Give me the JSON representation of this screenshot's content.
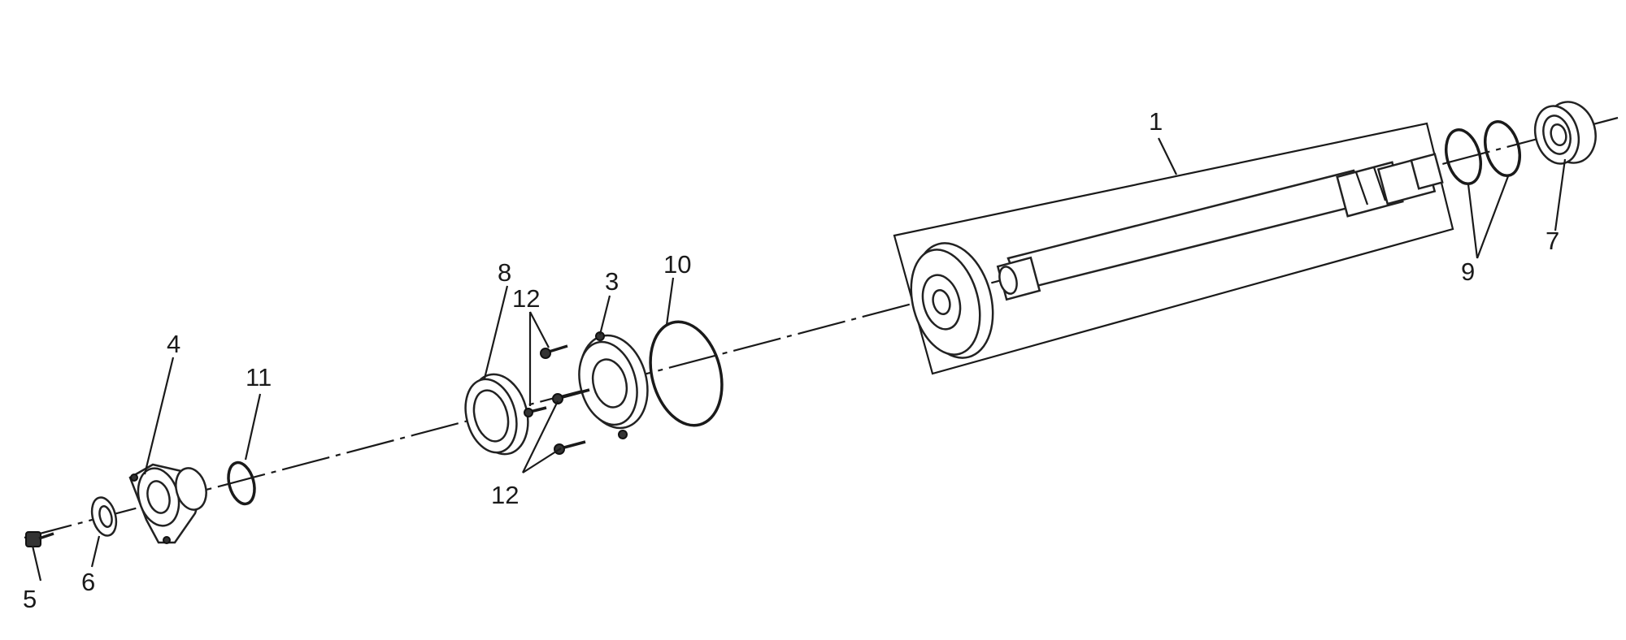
{
  "diagram": {
    "labels": {
      "p1": "1",
      "p3": "3",
      "p4": "4",
      "p5": "5",
      "p6": "6",
      "p7": "7",
      "p8": "8",
      "p9": "9",
      "p10": "10",
      "p11": "11",
      "p12_top": "12",
      "p12_bottom": "12"
    }
  }
}
